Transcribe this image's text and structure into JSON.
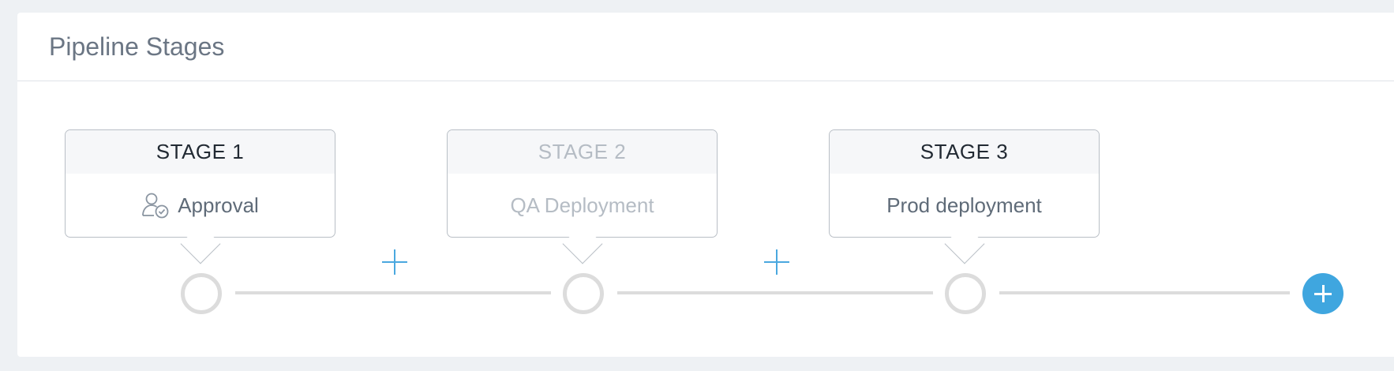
{
  "panel": {
    "title": "Pipeline Stages"
  },
  "stages": [
    {
      "label": "STAGE 1",
      "name": "Approval",
      "icon": "user-approval-icon",
      "state": "active"
    },
    {
      "label": "STAGE 2",
      "name": "QA Deployment",
      "state": "disabled"
    },
    {
      "label": "STAGE 3",
      "name": "Prod deployment",
      "state": "active"
    }
  ],
  "colors": {
    "accent": "#3fa6df",
    "node_border": "#dcdcdc",
    "disabled_text": "#b5bcc4"
  }
}
